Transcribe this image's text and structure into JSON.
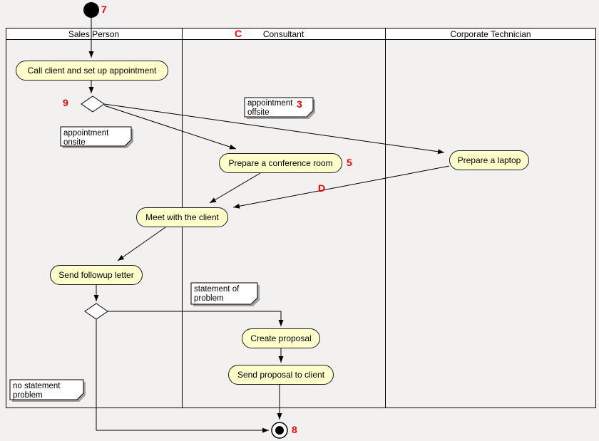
{
  "diagram": {
    "type": "uml-activity-swimlane",
    "lanes": [
      {
        "label": "Sales Person"
      },
      {
        "label": "Consultant"
      },
      {
        "label": "Corporate Technician"
      }
    ],
    "activities": [
      {
        "id": "call-client",
        "label": "Call client and set up appointment"
      },
      {
        "id": "prepare-conference-room",
        "label": "Prepare a conference room"
      },
      {
        "id": "prepare-laptop",
        "label": "Prepare a laptop"
      },
      {
        "id": "meet-client",
        "label": "Meet with the client"
      },
      {
        "id": "send-followup",
        "label": "Send followup letter"
      },
      {
        "id": "create-proposal",
        "label": "Create proposal"
      },
      {
        "id": "send-proposal",
        "label": "Send proposal to client"
      }
    ],
    "notes": [
      {
        "id": "appointment-offsite",
        "lines": [
          "appointment",
          "offsite"
        ]
      },
      {
        "id": "appointment-onsite",
        "lines": [
          "appointment",
          "onsite"
        ]
      },
      {
        "id": "statement-of-problem",
        "lines": [
          "statement of",
          "problem"
        ]
      },
      {
        "id": "no-statement-problem",
        "lines": [
          "no statement",
          "problem"
        ]
      }
    ],
    "annotations": [
      {
        "label": "7"
      },
      {
        "label": "C"
      },
      {
        "label": "9"
      },
      {
        "label": "3"
      },
      {
        "label": "5"
      },
      {
        "label": "D"
      },
      {
        "label": "8"
      }
    ],
    "colors": {
      "background": "#f3f0f0",
      "activity_fill": "#ffffcc",
      "note_fill": "#ffffff",
      "note_shadow": "#a0a0a0",
      "annotation": "#fe0000",
      "line": "#000000",
      "header_fill": "#ffffff"
    }
  }
}
